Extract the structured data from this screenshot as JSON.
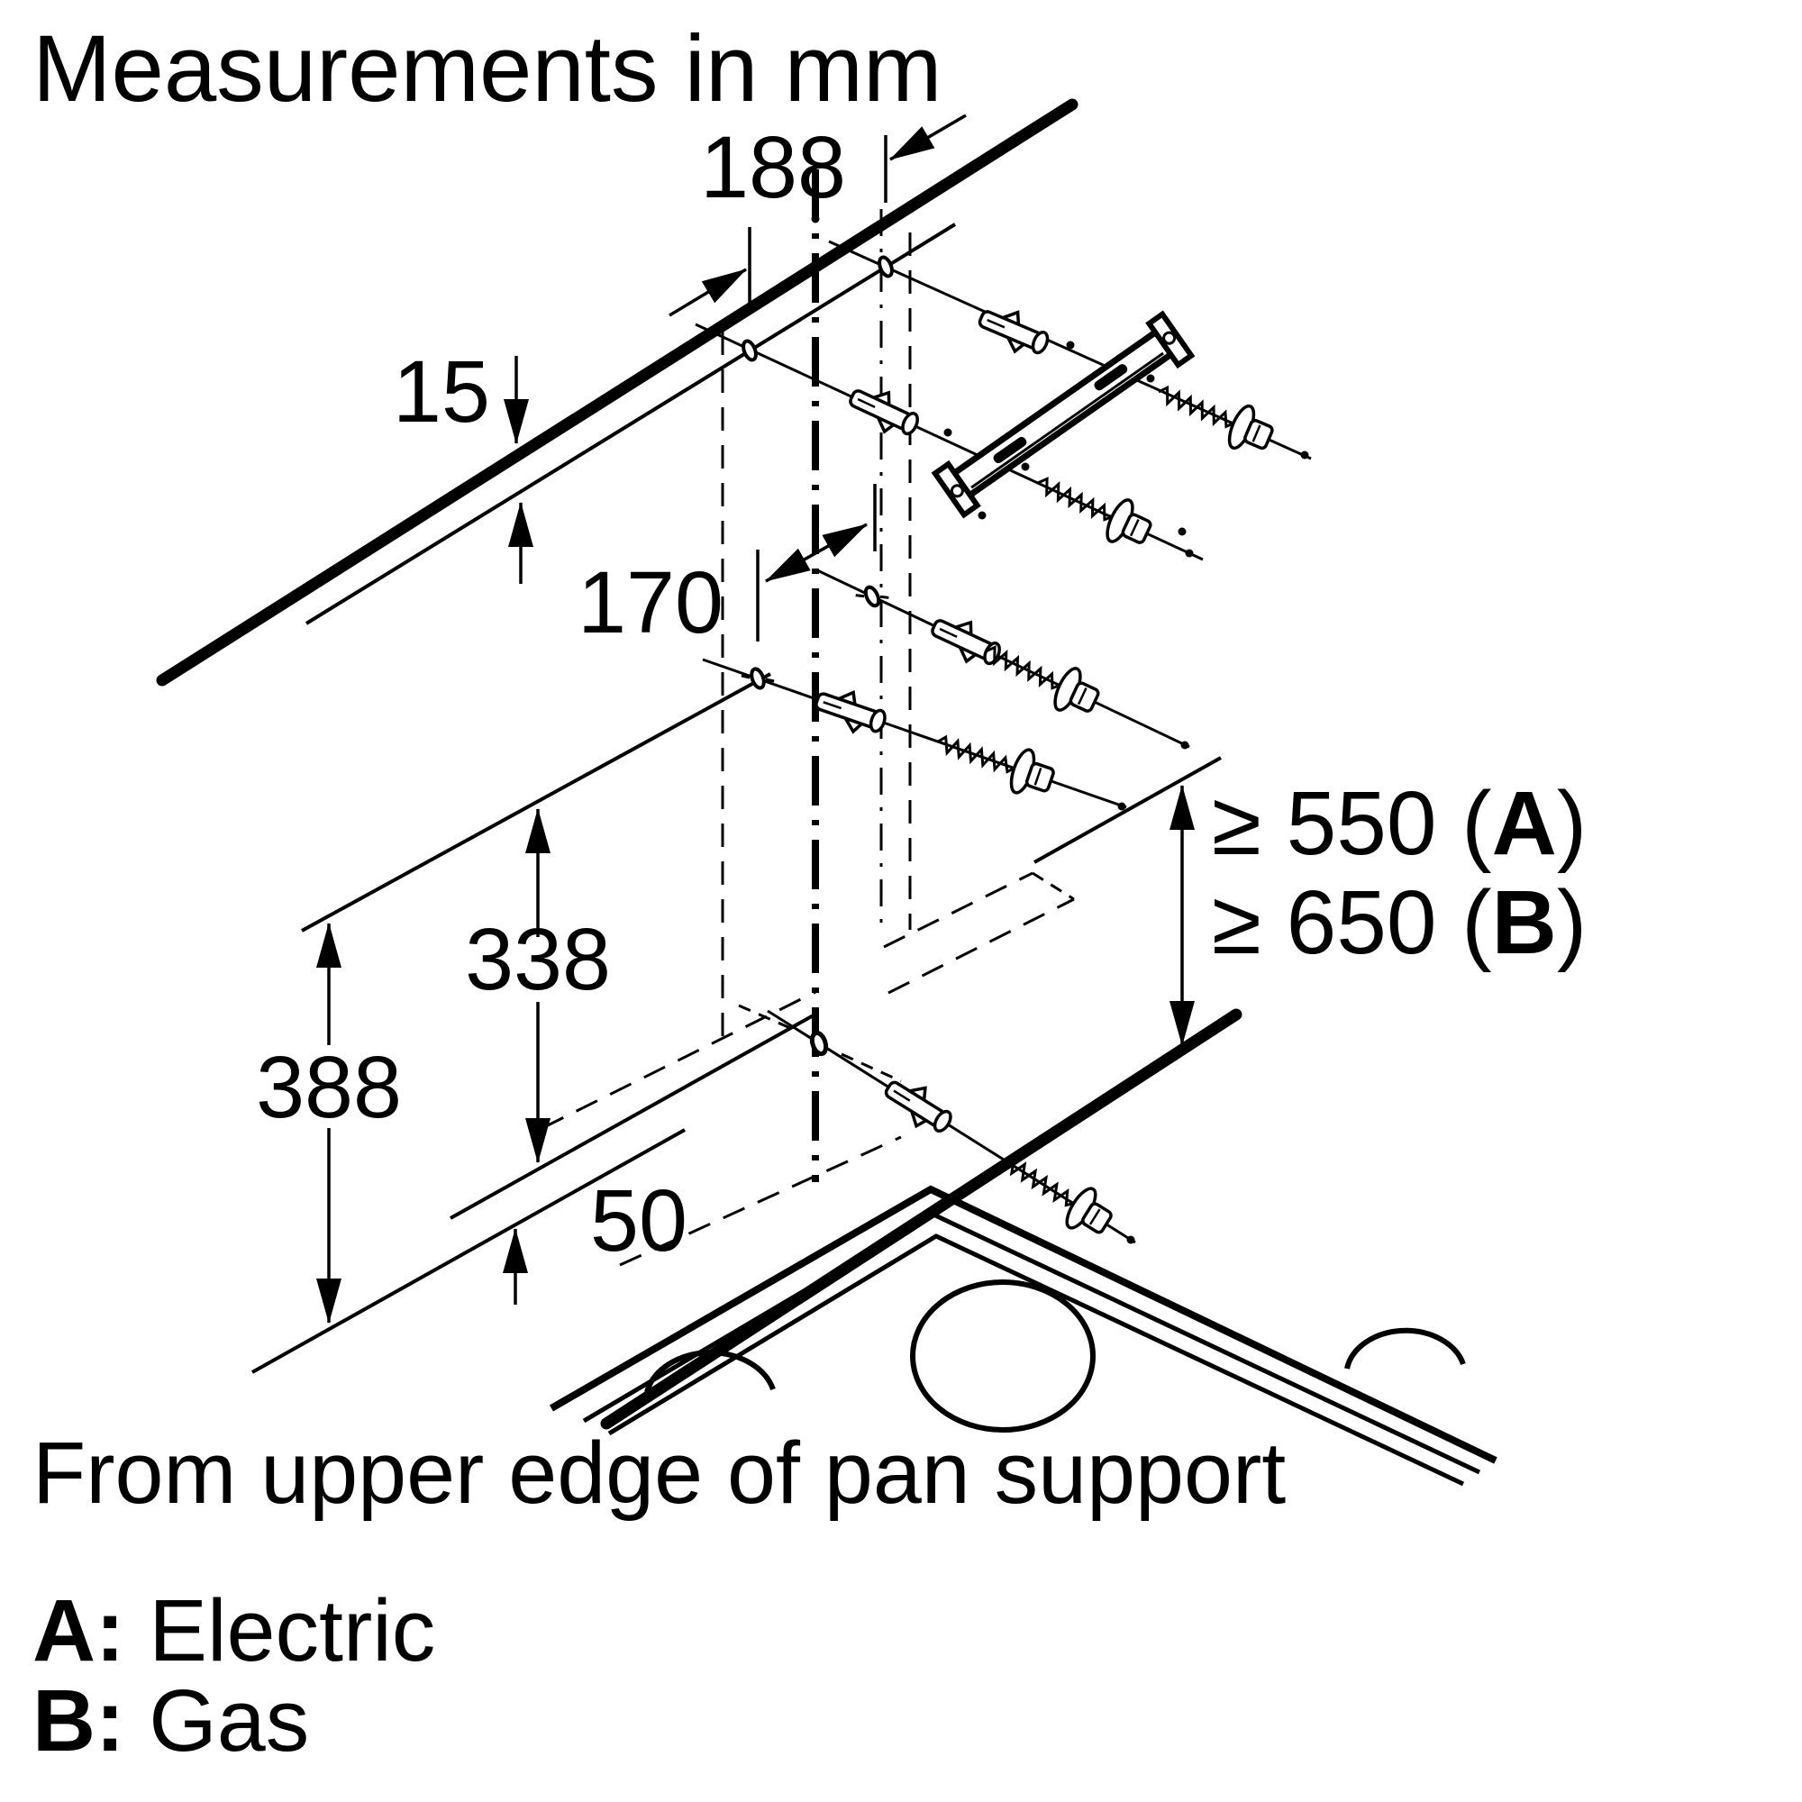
{
  "title": "Measurements in mm",
  "dims": {
    "top_hole_spacing": "188",
    "top_offset": "15",
    "mid_hole_spacing": "170",
    "lower_hole_height": "338",
    "upper_hole_height": "388",
    "bottom_offset": "50",
    "clearance_electric": {
      "prefix": "≥ 550 (",
      "letter": "A",
      "suffix": ")"
    },
    "clearance_gas": {
      "prefix": "≥ 650 (",
      "letter": "B",
      "suffix": ")"
    }
  },
  "footer": {
    "pan_support_note": "From upper edge of pan support",
    "legend": [
      {
        "key": "A:",
        "label": " Electric"
      },
      {
        "key": "B:",
        "label": " Gas"
      }
    ]
  },
  "colors": {
    "ink": "#000000",
    "paper": "#ffffff"
  }
}
